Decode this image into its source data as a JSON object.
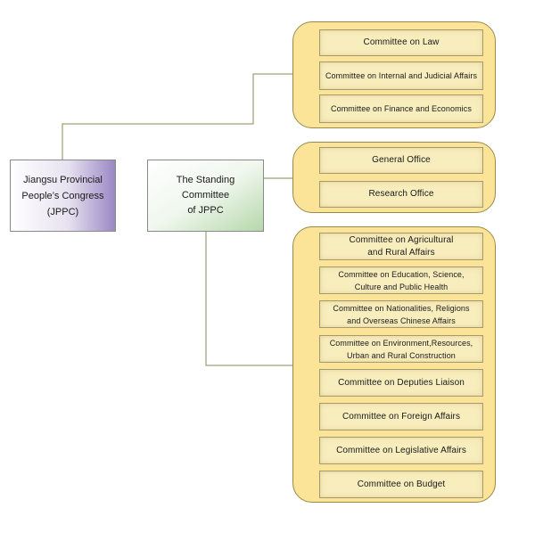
{
  "root": {
    "line1": "Jiangsu Provincial",
    "line2": "People’s Congress",
    "line3": "(JPPC)"
  },
  "standing": {
    "line1": "The Standing Committee",
    "line2": "of JPPC"
  },
  "groups": [
    {
      "items": [
        {
          "lines": [
            "Committee on Law"
          ]
        },
        {
          "lines": [
            "Committee on Internal and Judicial Affairs"
          ]
        },
        {
          "lines": [
            "Committee on Finance and Economics"
          ]
        }
      ]
    },
    {
      "items": [
        {
          "lines": [
            "General Office"
          ]
        },
        {
          "lines": [
            "Research Office"
          ]
        }
      ]
    },
    {
      "items": [
        {
          "lines": [
            "Committee on Agricultural",
            "and Rural Affairs"
          ]
        },
        {
          "lines": [
            "Committee on Education, Science,",
            "Culture and Public Health"
          ]
        },
        {
          "lines": [
            "Committee on Nationalities, Religions",
            "and Overseas Chinese Affairs"
          ]
        },
        {
          "lines": [
            "Committee on Environment,Resources,",
            "Urban and Rural Construction"
          ]
        },
        {
          "lines": [
            "Committee on Deputies Liaison"
          ]
        },
        {
          "lines": [
            "Committee on Foreign Affairs"
          ]
        },
        {
          "lines": [
            "Committee on Legislative Affairs"
          ]
        },
        {
          "lines": [
            "Committee on Budget"
          ]
        }
      ]
    }
  ],
  "colors": {
    "line": "#8a8a5a",
    "panel": "#fbe497",
    "item": "#f8edbd"
  }
}
